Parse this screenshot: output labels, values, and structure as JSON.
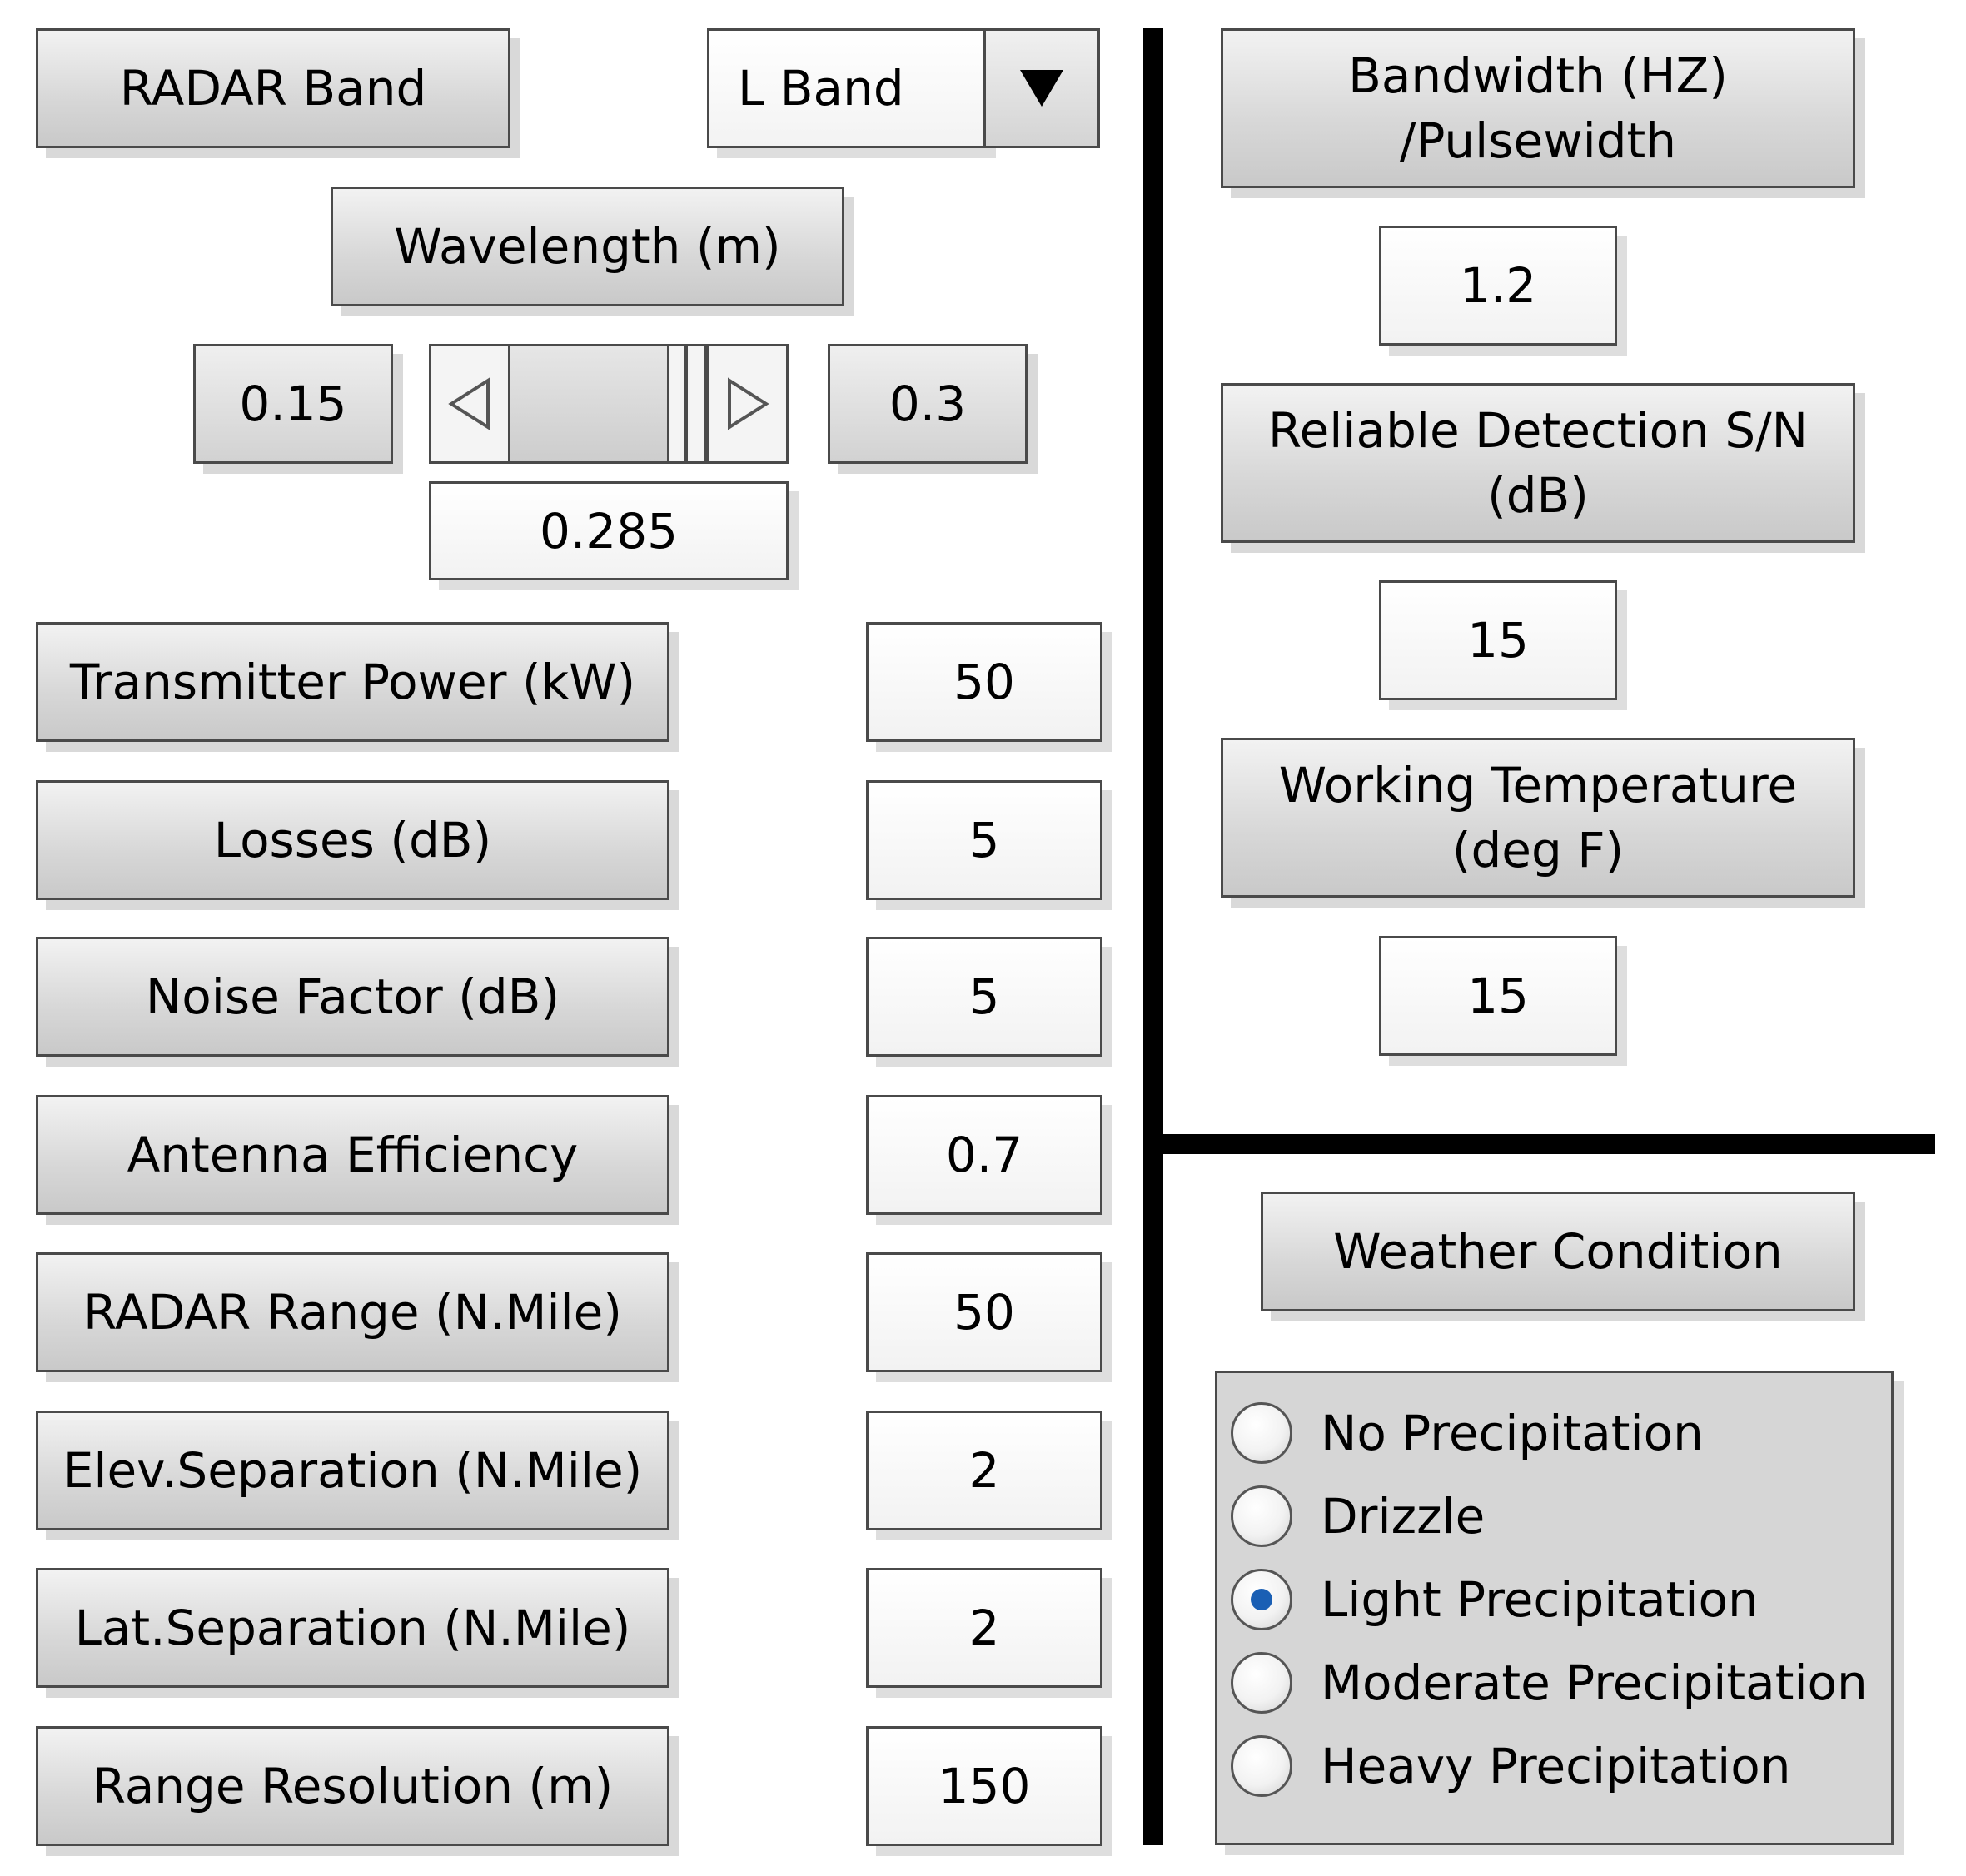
{
  "radar_band": {
    "label": "RADAR Band",
    "selected": "L Band"
  },
  "wavelength": {
    "label": "Wavelength (m)",
    "min": "0.15",
    "max": "0.3",
    "value": "0.285",
    "slider_level": 0.9
  },
  "params": [
    {
      "label": "Transmitter Power (kW)",
      "value": "50"
    },
    {
      "label": "Losses (dB)",
      "value": "5"
    },
    {
      "label": "Noise Factor (dB)",
      "value": "5"
    },
    {
      "label": "Antenna Efficiency",
      "value": "0.7"
    },
    {
      "label": "RADAR Range (N.Mile)",
      "value": "50"
    },
    {
      "label": "Elev.Separation (N.Mile)",
      "value": "2"
    },
    {
      "label": "Lat.Separation (N.Mile)",
      "value": "2"
    },
    {
      "label": "Range Resolution (m)",
      "value": "150"
    }
  ],
  "right": {
    "bandwidth": {
      "label_line1": "Bandwidth (HZ)",
      "label_line2": "/Pulsewidth",
      "value": "1.2"
    },
    "detection": {
      "label_line1": "Reliable Detection S/N",
      "label_line2": "(dB)",
      "value": "15"
    },
    "temperature": {
      "label_line1": "Working Temperature",
      "label_line2": "(deg F)",
      "value": "15"
    }
  },
  "weather": {
    "label": "Weather Condition",
    "options": [
      "No Precipitation",
      "Drizzle",
      "Light Precipitation",
      "Moderate Precipitation",
      "Heavy Precipitation"
    ],
    "selected_index": 2
  },
  "colors": {
    "radio_selected": "#1a5fb4",
    "divider": "#000000"
  }
}
